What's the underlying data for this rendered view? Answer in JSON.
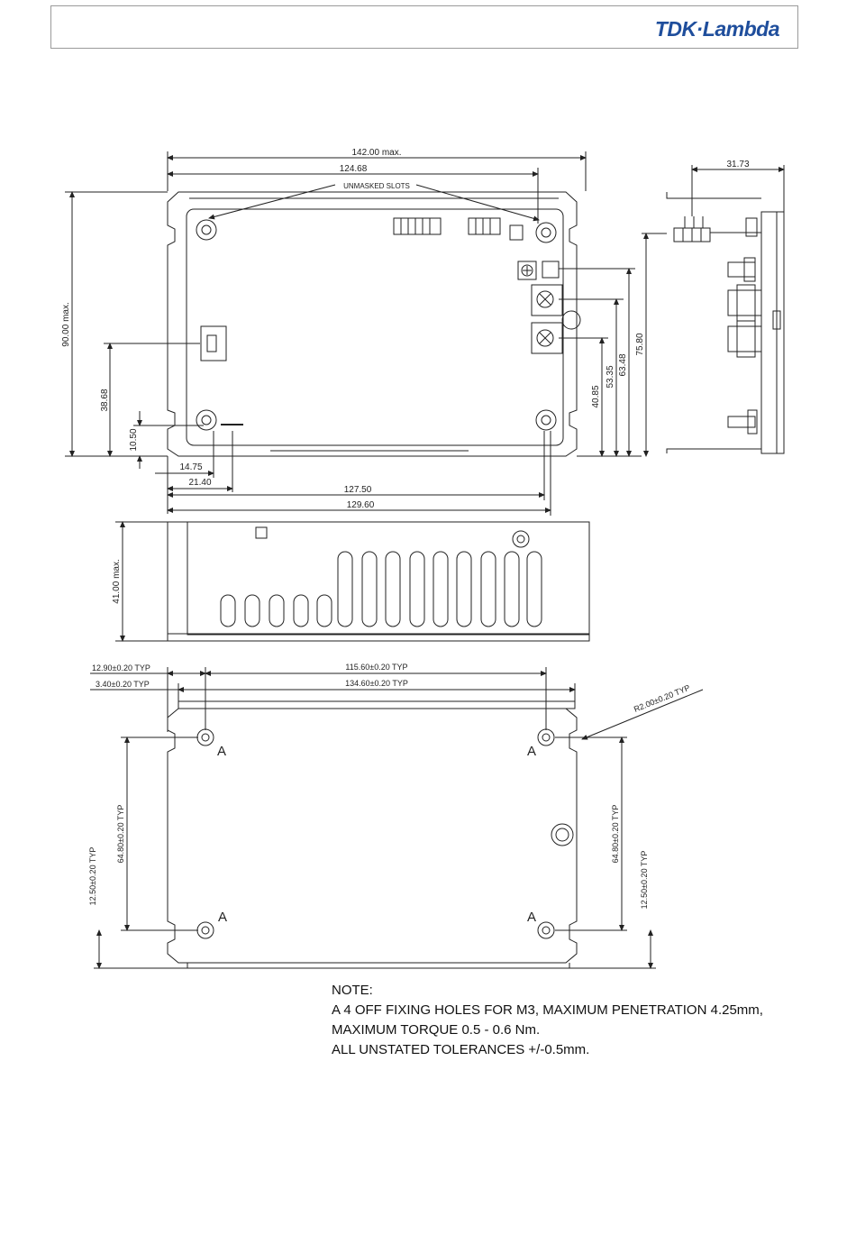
{
  "header": {
    "logo_text": "TDK·Lambda",
    "logo_color": "#1f4e9c"
  },
  "top_view": {
    "dim_width_max": "142.00 max.",
    "dim_124": "124.68",
    "slots_label": "UNMASKED SLOTS",
    "dim_height_max": "90.00 max.",
    "dim_38": "38.68",
    "dim_10": "10.50",
    "dim_14": "14.75",
    "dim_21": "21.40",
    "dim_127": "127.50",
    "dim_129": "129.60",
    "dim_40": "40.85",
    "dim_53": "53.35",
    "dim_63": "63.48",
    "dim_75": "75.80"
  },
  "side_view": {
    "dim_depth": "31.73"
  },
  "front_view": {
    "dim_height_max": "41.00 max."
  },
  "bottom_view": {
    "dim_12_90": "12.90±0.20 TYP",
    "dim_3_40": "3.40±0.20 TYP",
    "dim_115": "115.60±0.20 TYP",
    "dim_134": "134.60±0.20 TYP",
    "dim_r2": "R2.00±0.20 TYP",
    "dim_64_left": "64.80±0.20 TYP",
    "dim_12_50_left": "12.50±0.20 TYP",
    "dim_64_right": "64.80±0.20 TYP",
    "dim_12_50_right": "12.50±0.20 TYP",
    "hole_marker": "A"
  },
  "note": {
    "title": "NOTE:",
    "line1": "A 4 OFF FIXING HOLES FOR M3, MAXIMUM PENETRATION 4.25mm,",
    "line2": "MAXIMUM TORQUE 0.5 - 0.6 Nm.",
    "line3": "ALL UNSTATED TOLERANCES +/-0.5mm."
  }
}
